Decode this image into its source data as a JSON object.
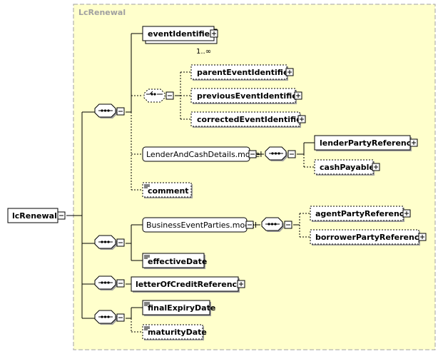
{
  "diagram": {
    "container_label": "LcRenewal",
    "root": {
      "label": "lcRenewal"
    },
    "elements": {
      "eventIdentifier": "eventIdentifier",
      "eventIdentifier_occurs": "1..∞",
      "parentEventIdentifier": "parentEventIdentifier",
      "previousEventIdentifier": "previousEventIdentifier",
      "correctedEventIdentifier": "correctedEventIdentifier",
      "lenderAndCashDetailsModel": "LenderAndCashDetails.model",
      "lenderPartyReference": "lenderPartyReference",
      "cashPayable": "cashPayable",
      "comment": "comment",
      "businessEventPartiesModel": "BusinessEventParties.model",
      "agentPartyReference": "agentPartyReference",
      "borrowerPartyReference": "borrowerPartyReference",
      "effectiveDate": "effectiveDate",
      "letterOfCreditReference": "letterOfCreditReference",
      "finalExpiryDate": "finalExpiryDate",
      "maturityDate": "maturityDate"
    },
    "colors": {
      "container_fill": "#ffffcc",
      "container_border": "#a0a0a0",
      "node_fill": "#ffffff",
      "shadow": "#a0a0a0"
    }
  }
}
